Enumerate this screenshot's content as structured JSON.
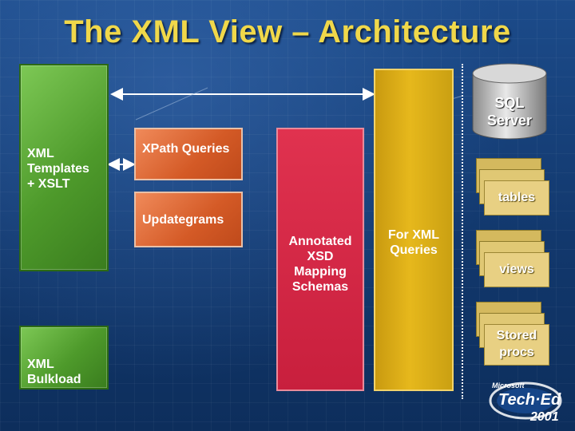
{
  "slide": {
    "title": "The XML View – Architecture"
  },
  "components": {
    "templates": "XML\nTemplates\n+ XSLT",
    "bulkload": "XML\nBulkload",
    "xpath": "XPath Queries",
    "updategrams": "Updategrams",
    "annotated": "Annotated\nXSD\nMapping\nSchemas",
    "for_xml": "For XML\nQueries"
  },
  "database": {
    "label": "SQL\nServer",
    "objects": [
      "tables",
      "views",
      "Stored\nprocs"
    ]
  },
  "logo": {
    "brand": "Microsoft",
    "name": "Tech·Ed",
    "year": "2001"
  },
  "colors": {
    "title": "#f0d84a",
    "green": "#4e9a2b",
    "orange": "#d45a26",
    "red": "#c81f3d",
    "gold": "#e6b81c",
    "background": "#12386d"
  }
}
